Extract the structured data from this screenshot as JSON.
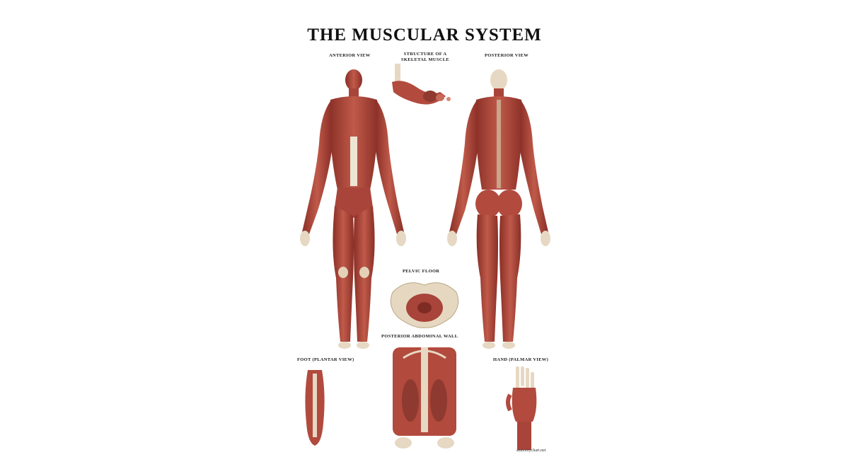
{
  "title": "THE MUSCULAR SYSTEM",
  "sections": {
    "anterior": "ANTERIOR VIEW",
    "structure": "STRUCTURE OF A SKELETAL MUSCLE",
    "posterior": "POSTERIOR VIEW",
    "pelvic": "PELVIC FLOOR",
    "abdominal": "POSTERIOR ABDOMINAL WALL",
    "foot": "FOOT (PLANTAR VIEW)",
    "hand": "HAND (PALMAR VIEW)"
  },
  "credit": "anatomychart.net",
  "colors": {
    "muscle": "#b24a3e",
    "muscle_dark": "#7e2b24",
    "tendon": "#e9dcc4",
    "bone": "#e8dcc0",
    "skin": "#d9b49a"
  }
}
